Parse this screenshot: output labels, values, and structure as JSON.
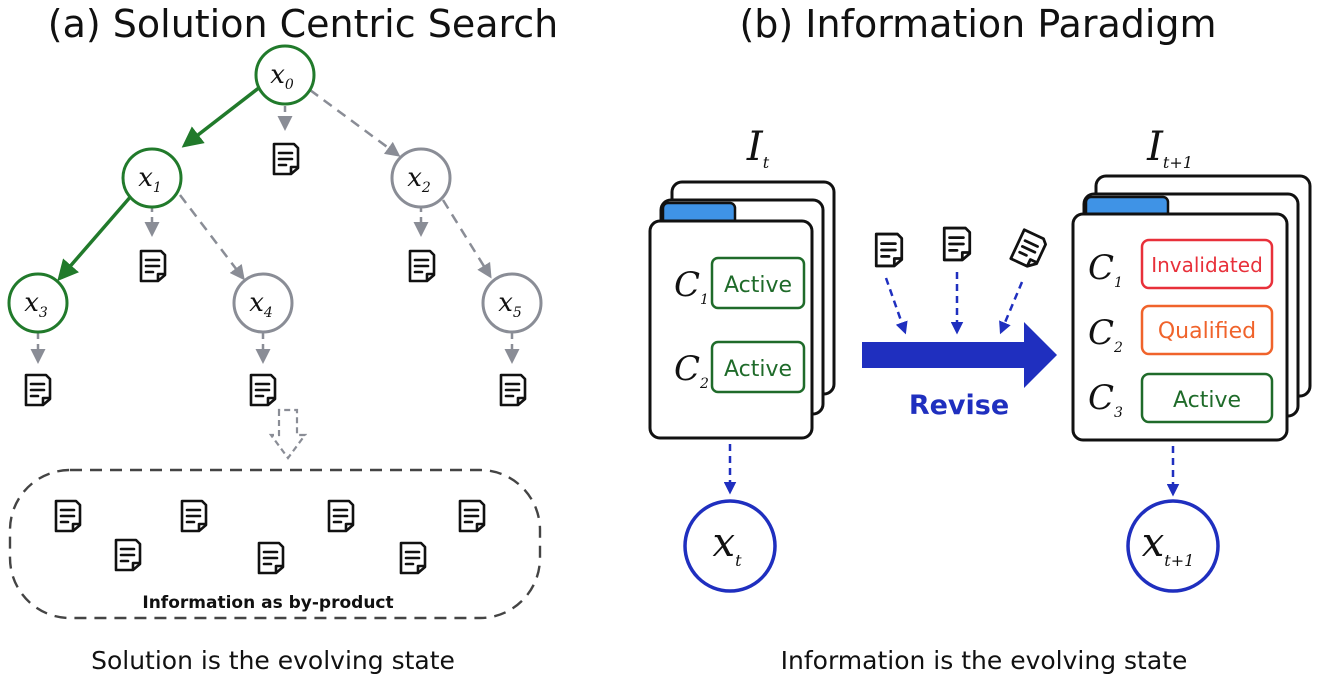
{
  "left_panel": {
    "title": "(a) Solution Centric Search",
    "caption": "Solution is the evolving state",
    "pool_label": "Information as by-product",
    "nodes": [
      {
        "symbol": "x",
        "sub": "0",
        "state": "selected"
      },
      {
        "symbol": "x",
        "sub": "1",
        "state": "selected"
      },
      {
        "symbol": "x",
        "sub": "2",
        "state": "unselected"
      },
      {
        "symbol": "x",
        "sub": "3",
        "state": "selected"
      },
      {
        "symbol": "x",
        "sub": "4",
        "state": "unselected"
      },
      {
        "symbol": "x",
        "sub": "5",
        "state": "unselected"
      }
    ]
  },
  "right_panel": {
    "title": "(b) Information Paradigm",
    "caption": "Information is the evolving state",
    "arrow_label": "Revise",
    "before": {
      "stack_symbol": "I",
      "stack_sub": "t",
      "solution_symbol": "x",
      "solution_sub": "t",
      "items": [
        {
          "symbol": "C",
          "sub": "1",
          "status": "Active"
        },
        {
          "symbol": "C",
          "sub": "2",
          "status": "Active"
        }
      ]
    },
    "after": {
      "stack_symbol": "I",
      "stack_sub": "t+1",
      "solution_symbol": "x",
      "solution_sub": "t+1",
      "items": [
        {
          "symbol": "C",
          "sub": "1",
          "status": "Invalidated"
        },
        {
          "symbol": "C",
          "sub": "2",
          "status": "Qualified"
        },
        {
          "symbol": "C",
          "sub": "3",
          "status": "Active"
        }
      ]
    }
  },
  "colors": {
    "selected": "#217a2b",
    "unselected": "#8a8d96",
    "blue": "#1f2fbf",
    "tab_blue": "#3f93e6",
    "active": "#1f6b2a",
    "invalidated": "#e8303a",
    "qualified": "#f0632b"
  },
  "icons": {
    "document": "document-icon"
  }
}
